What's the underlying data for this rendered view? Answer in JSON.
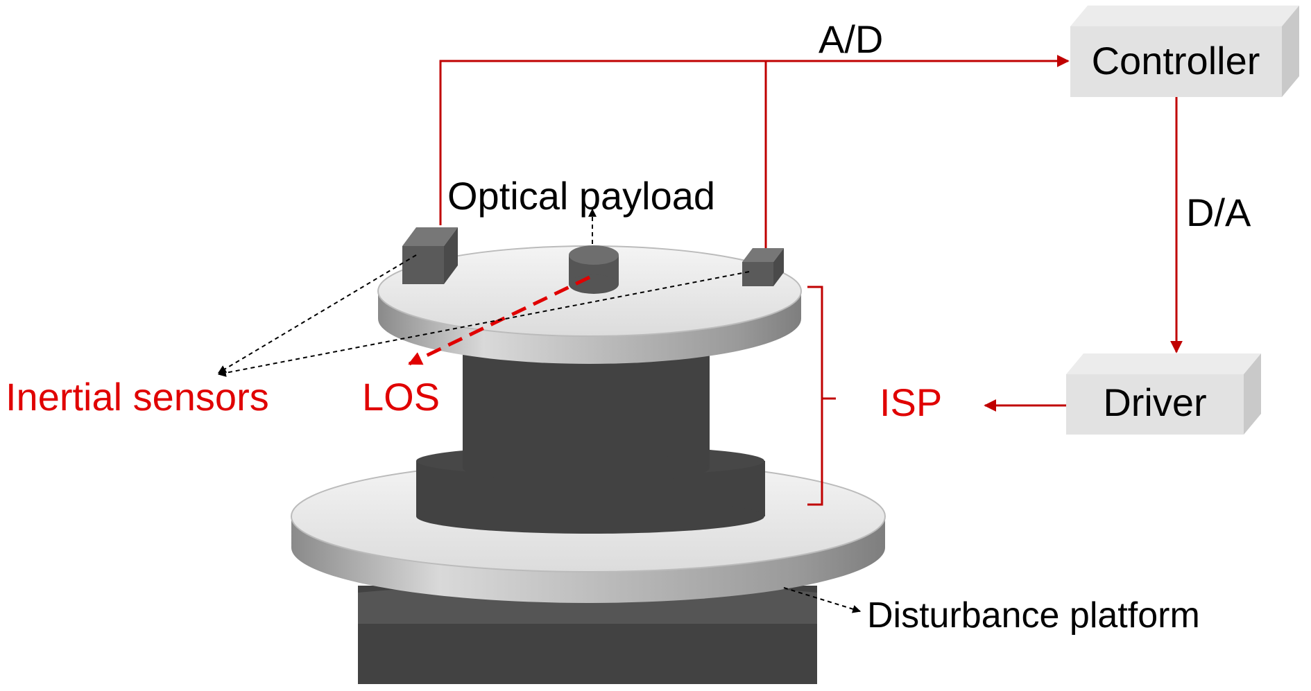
{
  "labels": {
    "ad": "A/D",
    "controller": "Controller",
    "da": "D/A",
    "driver": "Driver",
    "isp": "ISP",
    "optical_payload": "Optical payload",
    "inertial_sensors": "Inertial sensors",
    "los": "LOS",
    "disturbance_platform": "Disturbance platform"
  },
  "colors": {
    "signal": "#c00000",
    "highlight_text": "#e00000",
    "text": "#000000",
    "block_face": "#e2e2e2",
    "block_side": "#c9c9c9",
    "metal_dark": "#424242"
  }
}
